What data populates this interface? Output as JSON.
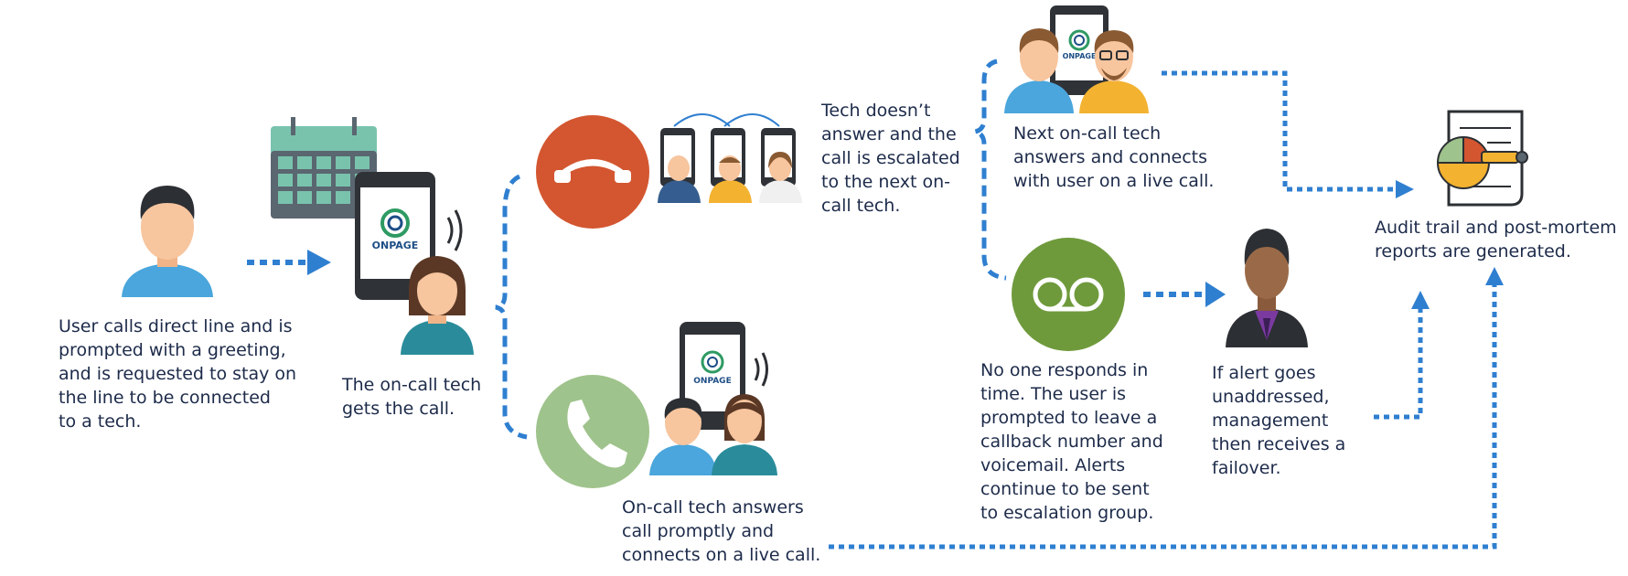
{
  "colors": {
    "arrow_blue": "#2f7fd0",
    "decline_red": "#d35630",
    "accept_green": "#9fc38c",
    "voicemail_green": "#6f9a3c",
    "calendar_teal": "#79c3ad",
    "calendar_grey": "#5a6670",
    "skin": "#f7c59e",
    "hair_dark": "#2c2f33",
    "shirt_blue": "#4aa6dc",
    "shirt_teal": "#2a8c9b",
    "shirt_yellow": "#f3b230",
    "logo_green": "#2e9a63",
    "logo_blue": "#1d4e86"
  },
  "logo": {
    "text": "ONPAGE"
  },
  "steps": {
    "user_call": "User calls direct line and is\nprompted with a greeting,\nand is requested to stay on\nthe line to be connected\nto a tech.",
    "oncall_tech": "The on-call tech\ngets the call.",
    "no_answer": "Tech doesn’t\nanswer and the\ncall is escalated\nto the next on-\ncall tech.",
    "answers": "On-call tech answers\ncall promptly and\nconnects on a live call.",
    "next_tech": "Next on-call tech\nanswers and connects\nwith user on a live call.",
    "no_response": "No one responds in\ntime. The user is\nprompted to leave a\ncallback number and\nvoicemail. Alerts\ncontinue to be sent\nto escalation group.",
    "failover": "If alert goes\nunaddressed,\nmanagement\nthen receives a\nfailover.",
    "audit": "Audit trail and post-mortem\nreports are generated."
  }
}
